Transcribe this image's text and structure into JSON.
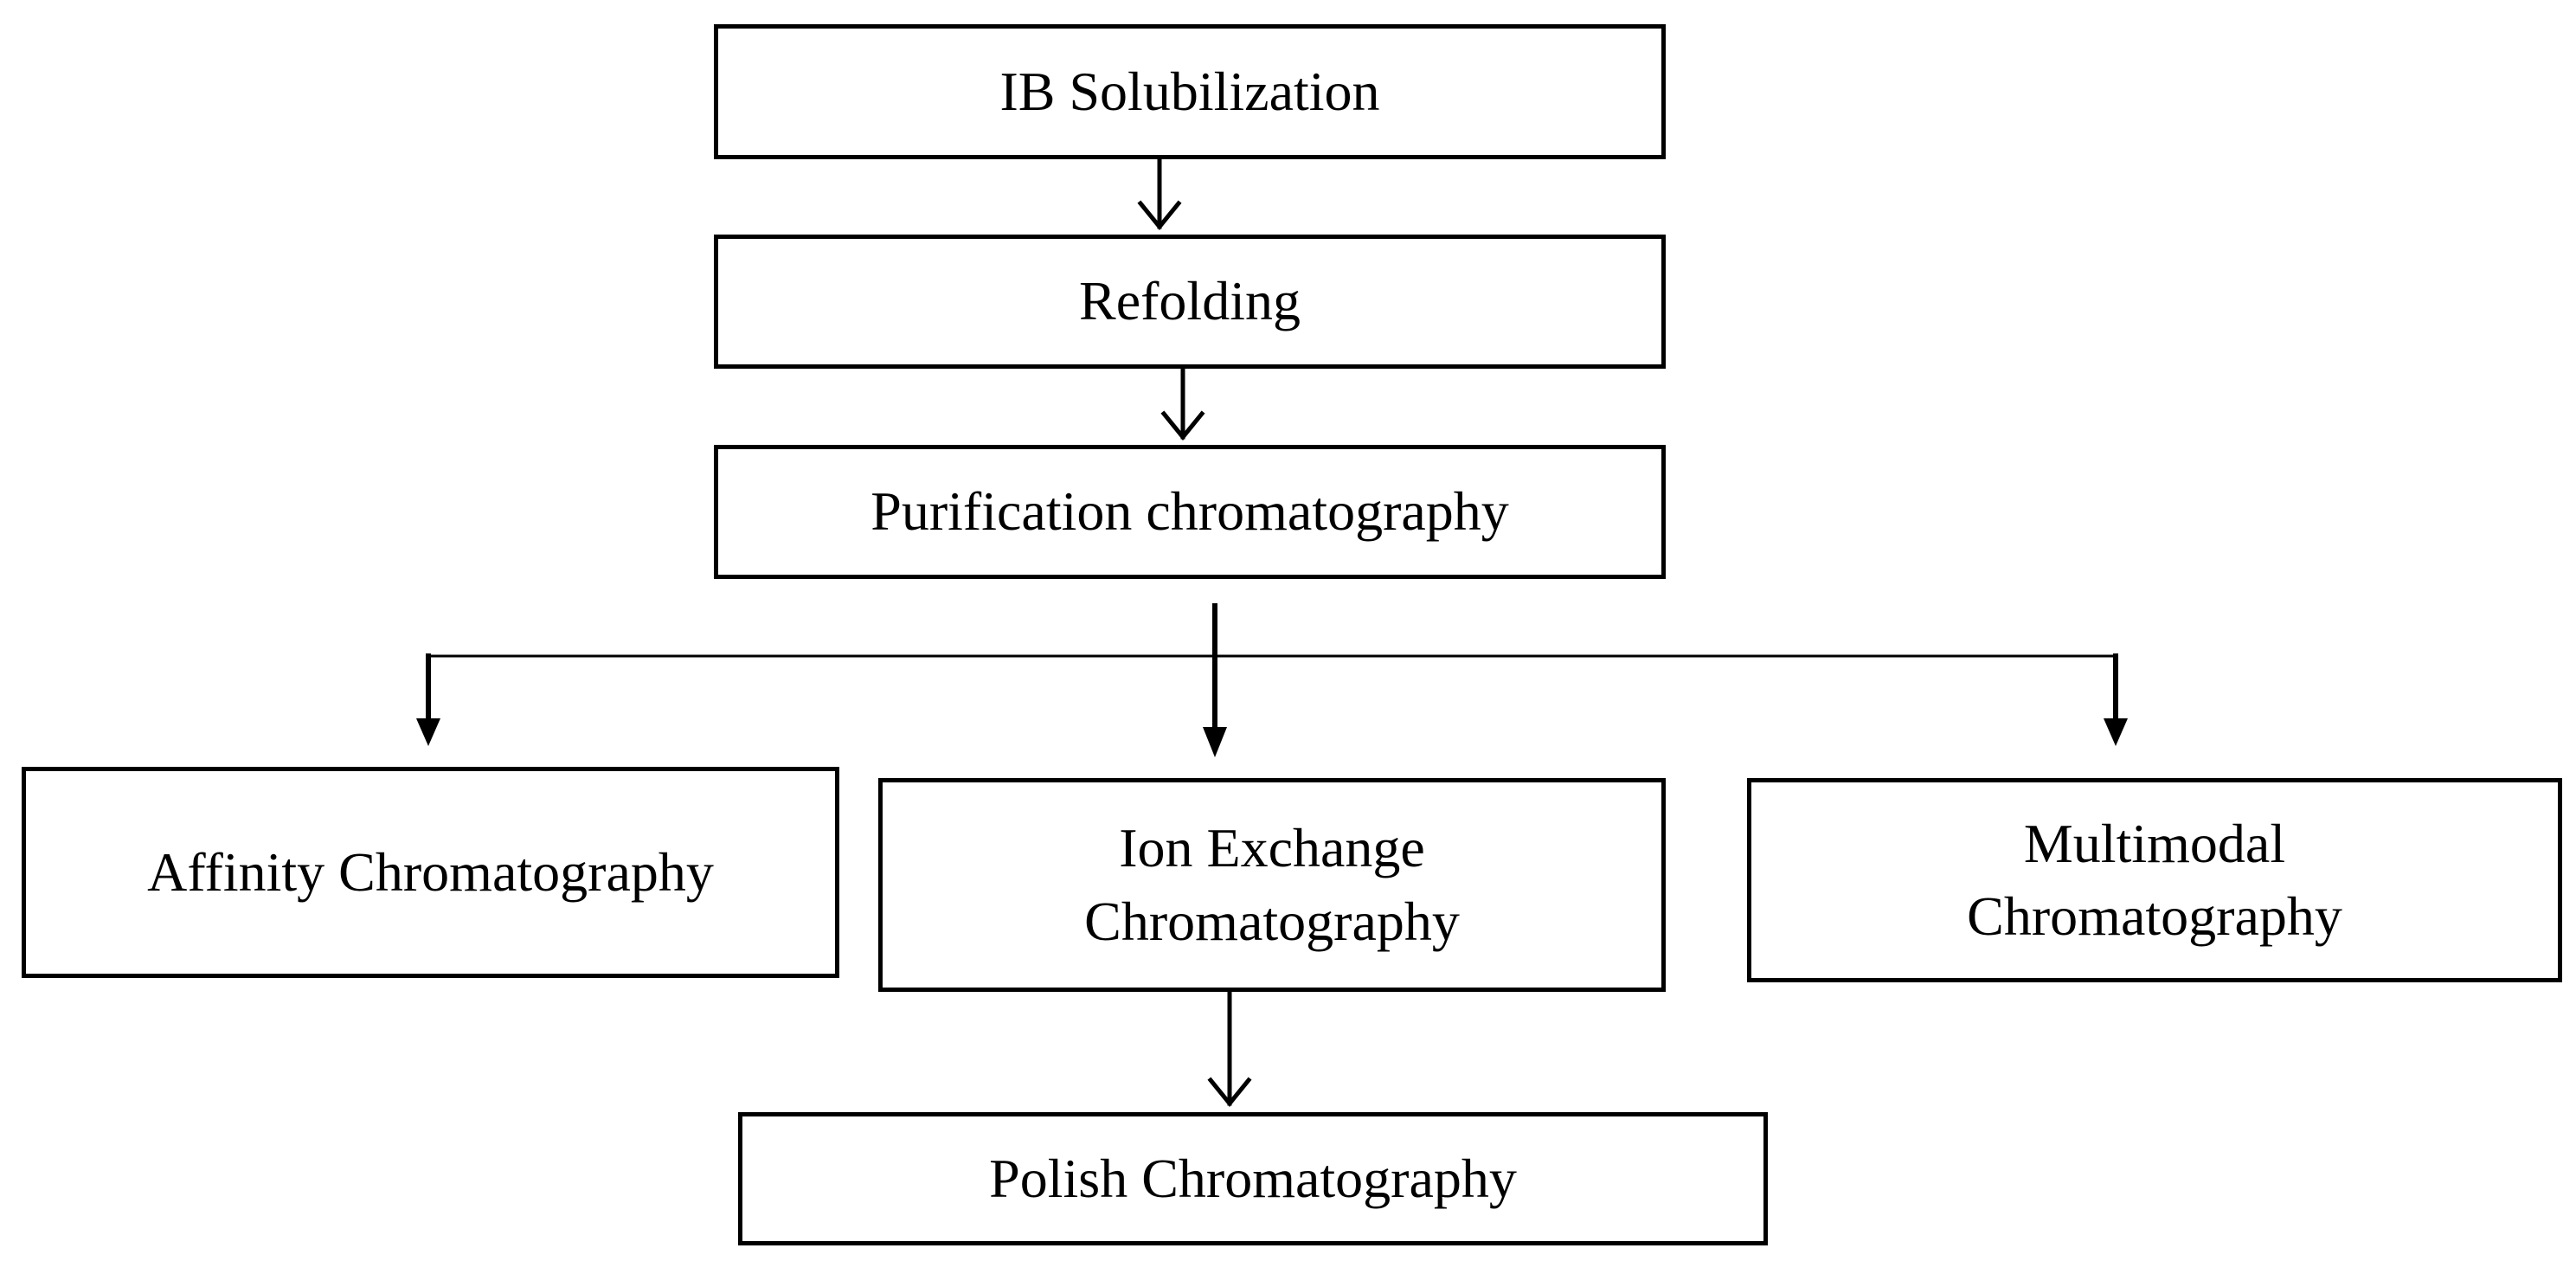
{
  "diagram": {
    "nodes": {
      "ib_solubilization": {
        "label": "IB Solubilization"
      },
      "refolding": {
        "label": "Refolding"
      },
      "purification": {
        "label": "Purification chromatography"
      },
      "affinity": {
        "label": "Affinity Chromatography"
      },
      "ion_exchange": {
        "lines": [
          "Ion Exchange",
          "Chromatography"
        ]
      },
      "multimodal": {
        "lines": [
          "Multimodal",
          "Chromatography"
        ]
      },
      "polish": {
        "label": "Polish Chromatography"
      }
    },
    "edges": [
      {
        "from": "ib_solubilization",
        "to": "refolding"
      },
      {
        "from": "refolding",
        "to": "purification"
      },
      {
        "from": "purification",
        "to": "affinity"
      },
      {
        "from": "purification",
        "to": "ion_exchange"
      },
      {
        "from": "purification",
        "to": "multimodal"
      },
      {
        "from": "ion_exchange",
        "to": "polish"
      }
    ],
    "colors": {
      "stroke": "#000000",
      "fill": "#ffffff"
    }
  }
}
